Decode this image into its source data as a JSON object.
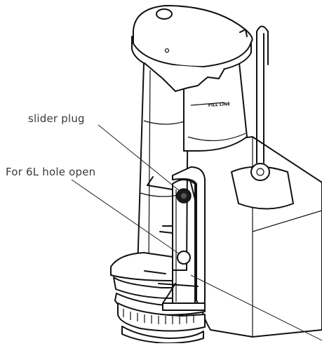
{
  "annotations": {
    "slider_plug": "slider plug",
    "hole_open": "For 6L hole open"
  },
  "part_marking": "FILL LINE",
  "colors": {
    "outline": "#111111",
    "slider_fill": "#d9d9d9",
    "plug_fill": "#1a1a1a",
    "label_text": "#3a3a3a"
  }
}
